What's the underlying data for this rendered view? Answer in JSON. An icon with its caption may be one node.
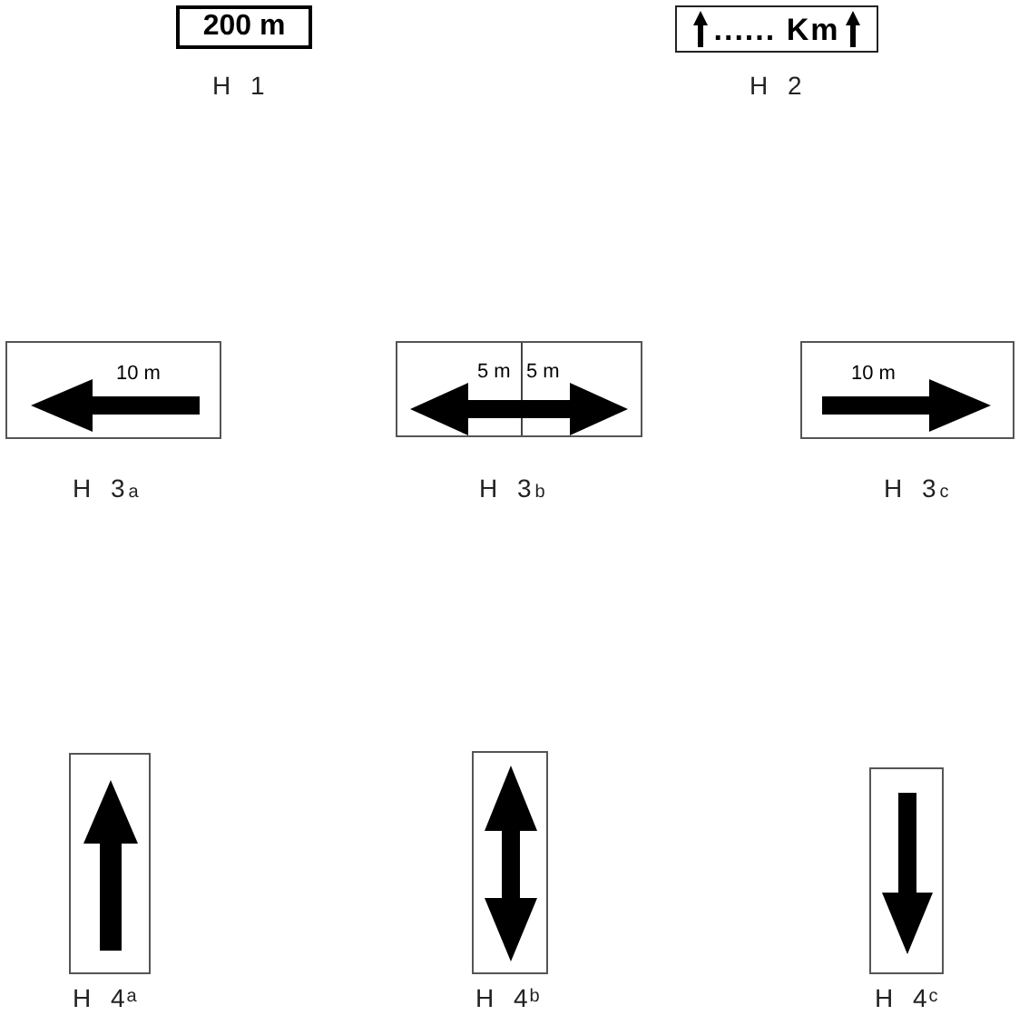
{
  "diagram": {
    "nodes": [
      {
        "text": [
          "200 m"
        ],
        "beside": [
          "H 1"
        ]
      },
      {
        "text": [
          "...... Km"
        ],
        "beside": [
          "H 2"
        ]
      },
      {
        "text": [
          "10 m"
        ],
        "beside": [
          "H 3$_{a}$"
        ]
      },
      {
        "text": [
          "5 m",
          "5 m"
        ],
        "beside": [
          "H 3$_{b}$"
        ]
      },
      {
        "text": [
          "10 m"
        ],
        "beside": [
          "H 3$_{c}$"
        ]
      },
      {
        "text": [],
        "shape": "box",
        "beside": [
          "H 4$^{a}$"
        ]
      },
      {
        "text": [],
        "shape": "box",
        "beside": [
          "H 4$^{b}$"
        ]
      },
      {
        "text": [],
        "shape": "box",
        "beside": [
          "H 4$^{c}$"
        ]
      }
    ]
  }
}
